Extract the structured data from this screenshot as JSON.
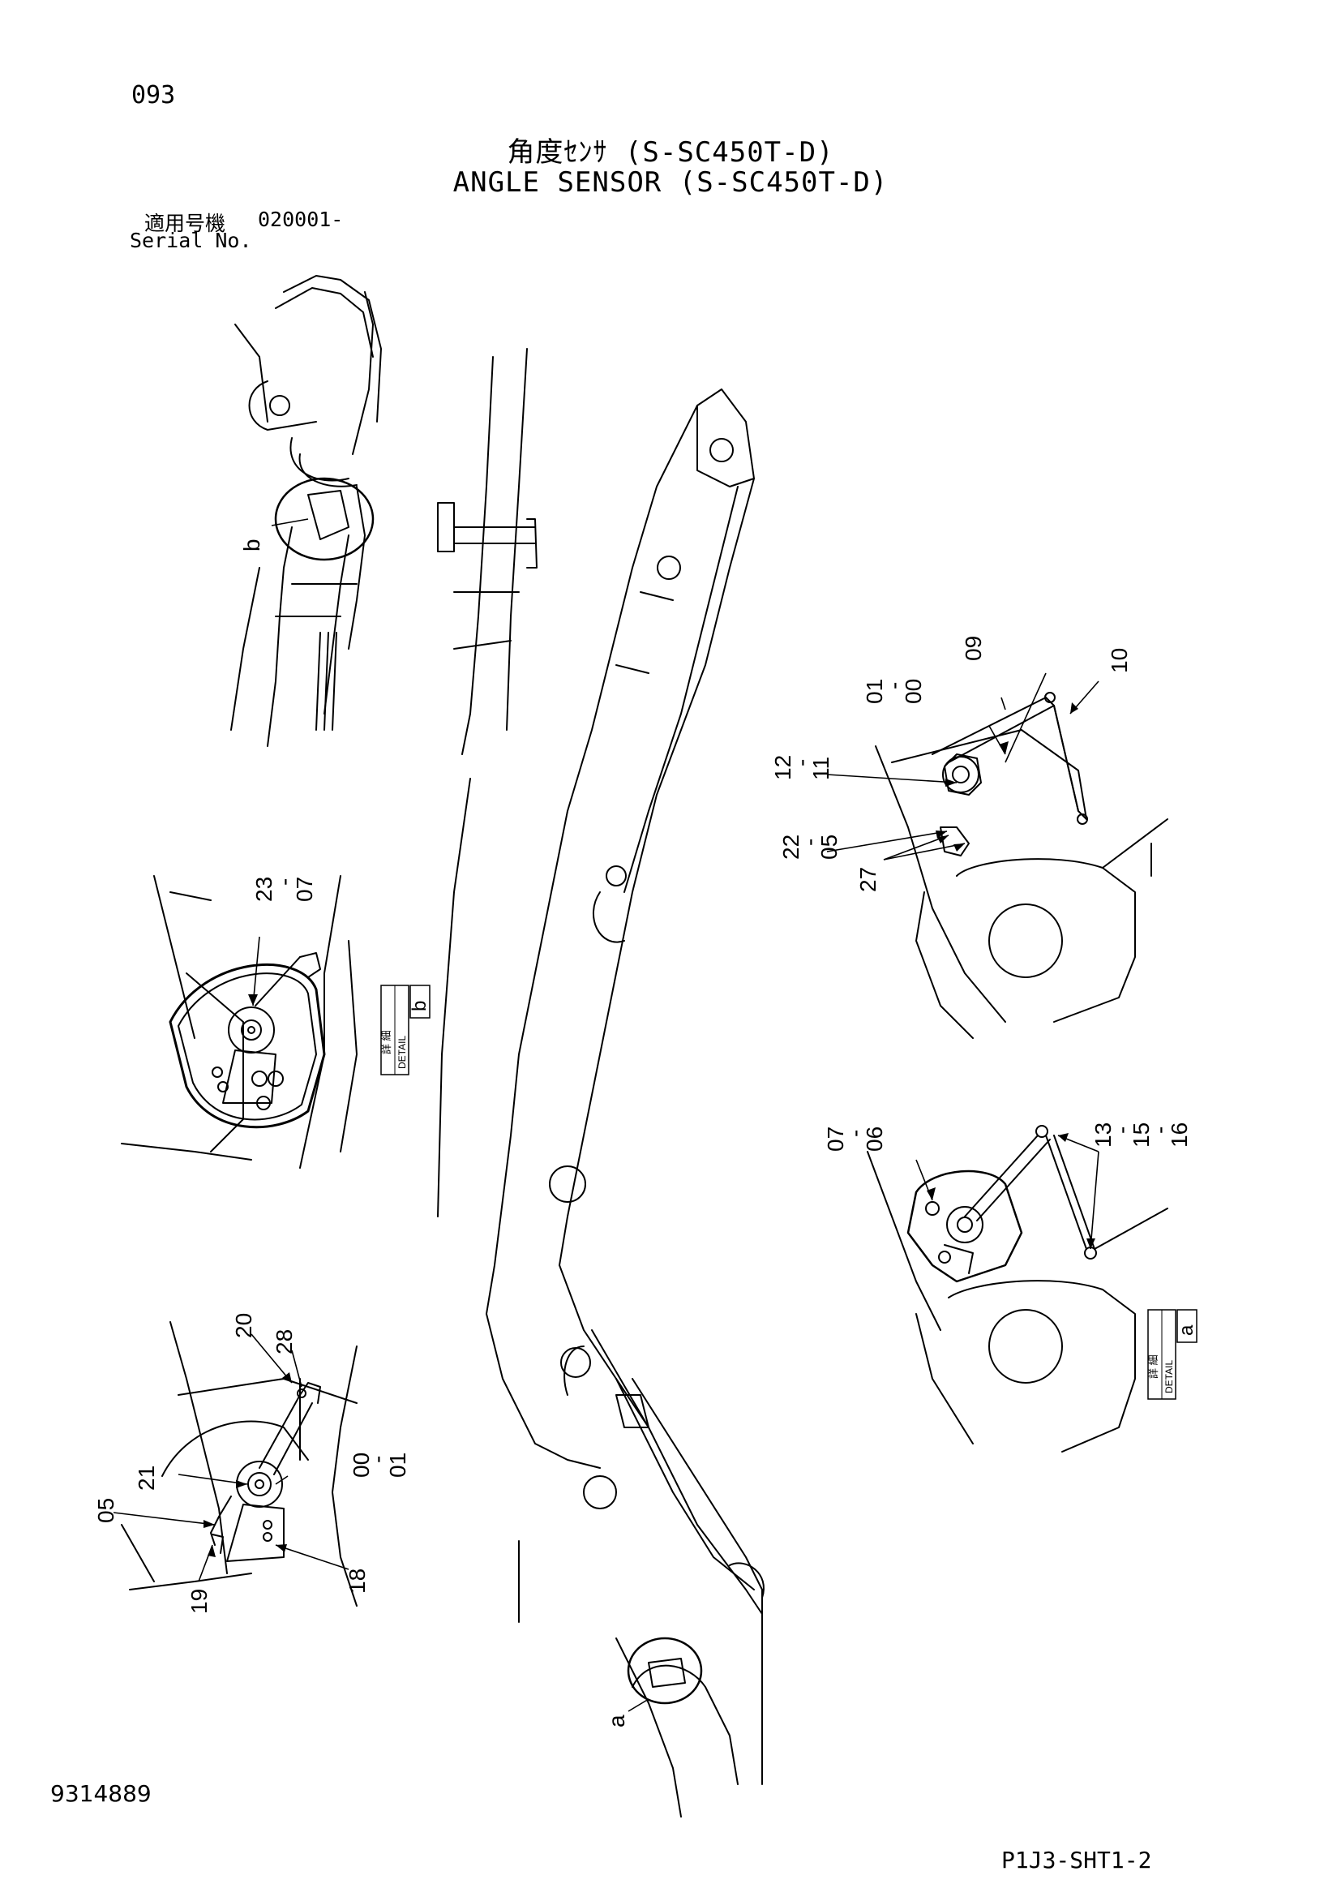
{
  "header": {
    "page_number": "093",
    "title_jp": "角度ｾﾝｻ (S-SC450T-D)",
    "title_en": "ANGLE SENSOR (S-SC450T-D)",
    "serial_label_jp": "適用号機",
    "serial_value": "020001-",
    "serial_label_en": "Serial No."
  },
  "detail_tags": {
    "b": {
      "jp": "詳 細",
      "en": "DETAIL",
      "letter": "b"
    },
    "a": {
      "jp": "詳 細",
      "en": "DETAIL",
      "letter": "a"
    }
  },
  "callouts": {
    "b_marker": "b",
    "a_marker": "a",
    "detail_b": {
      "c23": "23",
      "dash": "-",
      "c07": "07"
    },
    "detail_top_right": {
      "c01": "01",
      "dash1": "-",
      "c00": "00",
      "c09": "09",
      "c10": "10",
      "c12": "12",
      "dash2": "-",
      "c11": "11",
      "c22": "22",
      "dash3": "-",
      "c05": "05",
      "c27": "27"
    },
    "detail_a": {
      "c07": "07",
      "dash1": "-",
      "c06": "06",
      "c13": "13",
      "dash2": "-",
      "c15": "15",
      "dash3": "-",
      "c16": "16"
    },
    "detail_bottom_left": {
      "c20": "20",
      "c28": "28",
      "c21": "21",
      "c00": "00",
      "dash": "-",
      "c01": "01",
      "c05": "05",
      "c19": "19",
      "c18": "18"
    }
  },
  "footer": {
    "doc_number": "9314889",
    "sheet_id": "P1J3-SHT1-2"
  }
}
